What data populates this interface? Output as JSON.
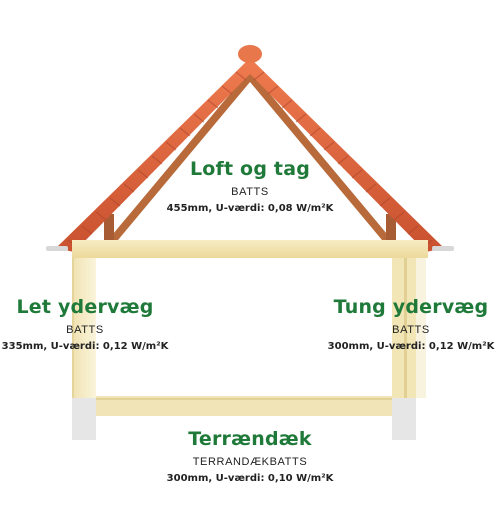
{
  "roof": {
    "title": "Loft og tag",
    "product": "BATTS",
    "spec": "455mm, U-værdi: 0,08 W/m²K"
  },
  "left_wall": {
    "title": "Let ydervæg",
    "product": "BATTS",
    "spec": "335mm, U-værdi: 0,12 W/m²K"
  },
  "right_wall": {
    "title": "Tung ydervæg",
    "product": "BATTS",
    "spec": "300mm, U-værdi: 0,12 W/m²K"
  },
  "floor": {
    "title": "Terrændæk",
    "product": "TERRANDÆKBATTS",
    "spec": "300mm, U-værdi: 0,10 W/m²K"
  },
  "colors": {
    "title_green": "#1f7a3a",
    "tile": "#d9603a",
    "insulation": "#f3e4ad",
    "timber": "#b86a3b",
    "concrete": "#e6e6e6"
  }
}
